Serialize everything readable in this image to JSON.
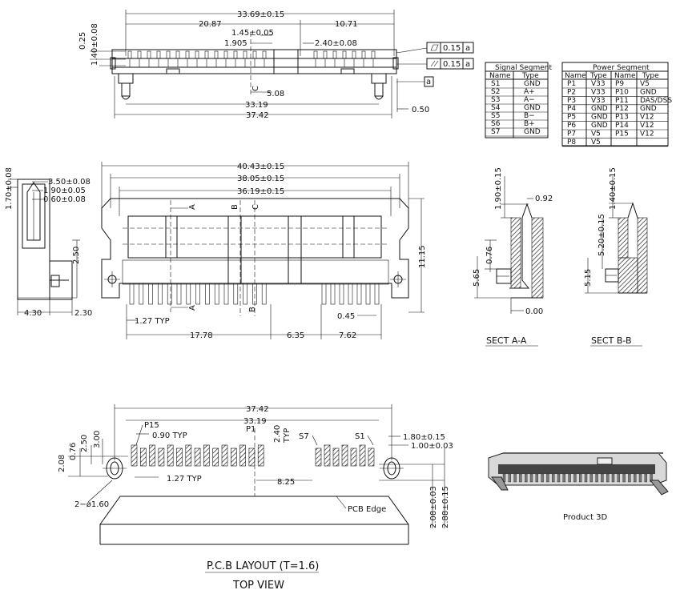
{
  "top_view": {
    "dims": {
      "overall": "33.69±0.15",
      "left": "20.87",
      "right": "10.71",
      "pin_pitch": "1.45±0.05",
      "w1": "1.905",
      "w2": "2.40±0.08",
      "height1": "0.25",
      "height2": "1.40±0.08",
      "offset": "5.08",
      "inner": "33.19",
      "total": "37.42",
      "edge": "0.50"
    },
    "tolerance_flat": "0.15",
    "tolerance_para": "0.15",
    "datum": "a"
  },
  "signal_table": {
    "title": "Signal Segment",
    "headers": [
      "Name",
      "Type"
    ],
    "rows": [
      [
        "S1",
        "GND"
      ],
      [
        "S2",
        "A+"
      ],
      [
        "S3",
        "A−"
      ],
      [
        "S4",
        "GND"
      ],
      [
        "S5",
        "B−"
      ],
      [
        "S6",
        "B+"
      ],
      [
        "S7",
        "GND"
      ]
    ]
  },
  "power_table": {
    "title": "Power Segment",
    "headers": [
      "Name",
      "Type",
      "Name",
      "Type"
    ],
    "rows": [
      [
        "P1",
        "V33",
        "P9",
        "V5"
      ],
      [
        "P2",
        "V33",
        "P10",
        "GND"
      ],
      [
        "P3",
        "V33",
        "P11",
        "DAS/DSS"
      ],
      [
        "P4",
        "GND",
        "P12",
        "GND"
      ],
      [
        "P5",
        "GND",
        "P13",
        "V12"
      ],
      [
        "P6",
        "GND",
        "P14",
        "V12"
      ],
      [
        "P7",
        "V5",
        "P15",
        "V12"
      ],
      [
        "P8",
        "V5",
        "",
        ""
      ]
    ]
  },
  "side_view": {
    "d1": "1.70±0.08",
    "d2": "3.50±0.08",
    "d3": "1.90±0.05",
    "d4": "0.60±0.08",
    "d5": "2.50",
    "d6": "4.30",
    "d7": "2.30"
  },
  "front_view": {
    "w1": "40.43±0.15",
    "w2": "38.05±0.15",
    "w3": "36.19±0.15",
    "height": "11.15",
    "pitch": "1.27 TYP",
    "s1": "17.78",
    "s2": "6.35",
    "s3": "7.62",
    "s4": "0.45",
    "markA": "A",
    "markB": "B",
    "markC": "C"
  },
  "sect_a": {
    "label": "SECT A-A",
    "d1": "1.90±0.15",
    "d2": "0.92",
    "d3": "0.76",
    "d4": "5.65",
    "d5": "0.00"
  },
  "sect_b": {
    "label": "SECT B-B",
    "d1": "1.40±0.15",
    "d2": "5.20±0.15",
    "d3": "5.15"
  },
  "pcb": {
    "title": "P.C.B LAYOUT (T=1.6)",
    "subtitle": "TOP VIEW",
    "edge_label": "PCB Edge",
    "d_total": "37.42",
    "d_inner": "33.19",
    "p15": "P15",
    "p1": "P1",
    "s7": "S7",
    "s1": "S1",
    "pad_w": "0.90 TYP",
    "d_250": "2.50",
    "d_300": "3.00",
    "d_076": "0.76",
    "d_208": "2.08",
    "d_240": "2.40",
    "typ": "TYP",
    "d_180": "1.80±0.15",
    "d_100": "1.00±0.03",
    "d_825": "8.25",
    "d_127": "1.27 TYP",
    "hole": "2−ø1.60",
    "d_208b": "2.08±0.03",
    "d_288": "2.88±0.15"
  },
  "product_3d": {
    "label": "Product 3D"
  }
}
